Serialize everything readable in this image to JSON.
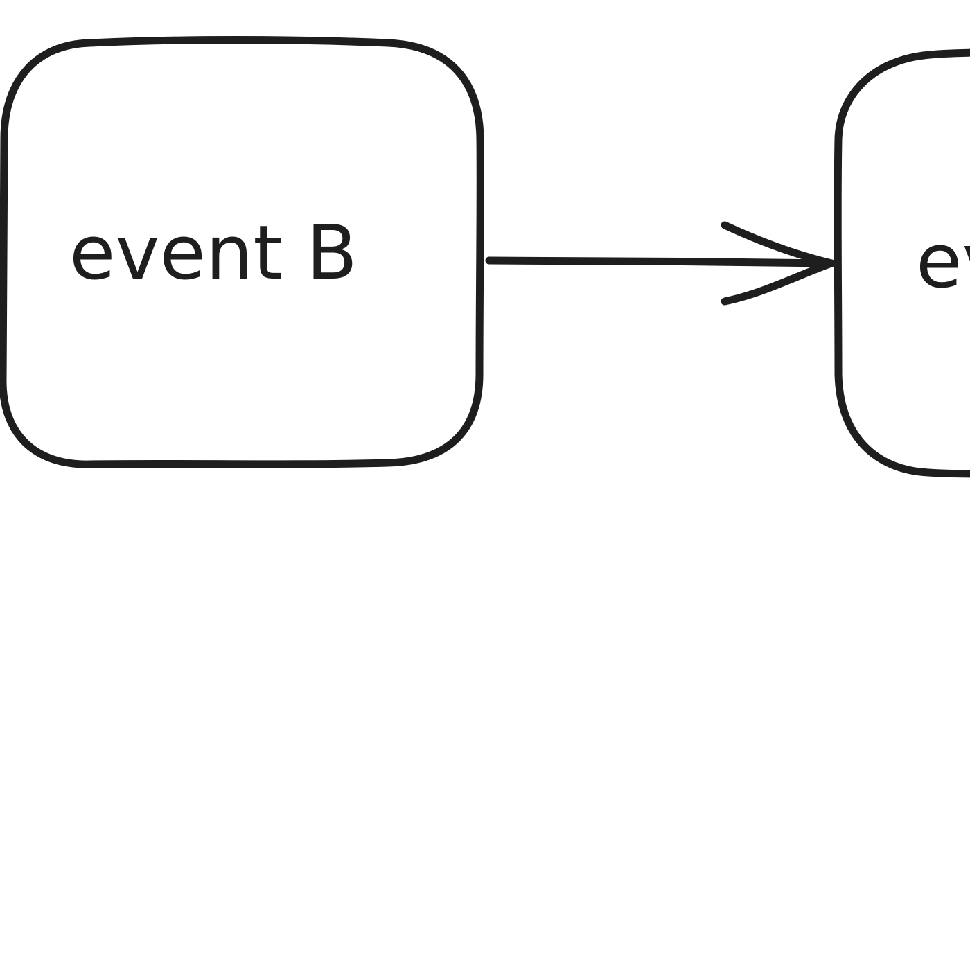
{
  "diagram": {
    "stroke_color": "#1e1e1e",
    "background_color": "#ffffff",
    "nodes": [
      {
        "id": "event-b",
        "label": "event B"
      },
      {
        "id": "event-next",
        "label": "event"
      }
    ],
    "edges": [
      {
        "from": "event-b",
        "to": "event-next"
      }
    ]
  }
}
